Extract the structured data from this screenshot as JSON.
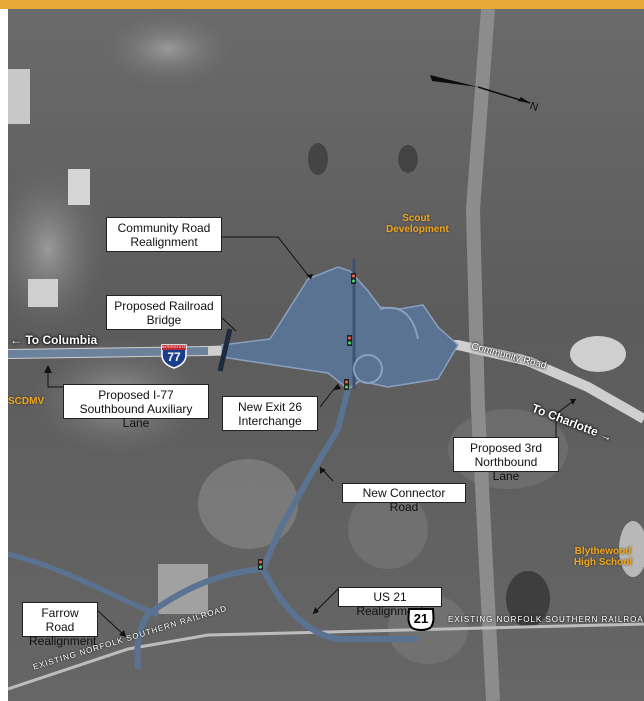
{
  "map": {
    "callouts": {
      "community_road": "Community Road Realignment",
      "railroad_bridge": "Proposed Railroad Bridge",
      "aux_lane": "Proposed I-77 Southbound Auxiliary Lane",
      "exit26": "New Exit 26 Interchange",
      "connector": "New Connector Road",
      "third_lane": "Proposed 3rd Northbound Lane",
      "us21": "US 21 Realignment",
      "farrow": "Farrow Road Realignment"
    },
    "places": {
      "scout": "Scout Development",
      "scdmv": "SCDMV",
      "school": "Blythewood High School"
    },
    "roads": {
      "to_columbia": "To Columbia",
      "to_charlotte": "To Charlotte",
      "community_road_label": "Community Road",
      "rail_left": "EXISTING NORFOLK SOUTHERN RAILROAD",
      "rail_right": "EXISTING NORFOLK SOUTHERN RAILROAD"
    },
    "shields": {
      "interstate_top": "INTERSTATE",
      "interstate_number": "77",
      "us_number": "21"
    },
    "north_arrow_label": "N",
    "colors": {
      "accent_bar": "#e8a93a",
      "proposed_roadway": "#5b7393",
      "place_label": "#f0a418",
      "interstate_shield": "#1b3d8f"
    }
  }
}
